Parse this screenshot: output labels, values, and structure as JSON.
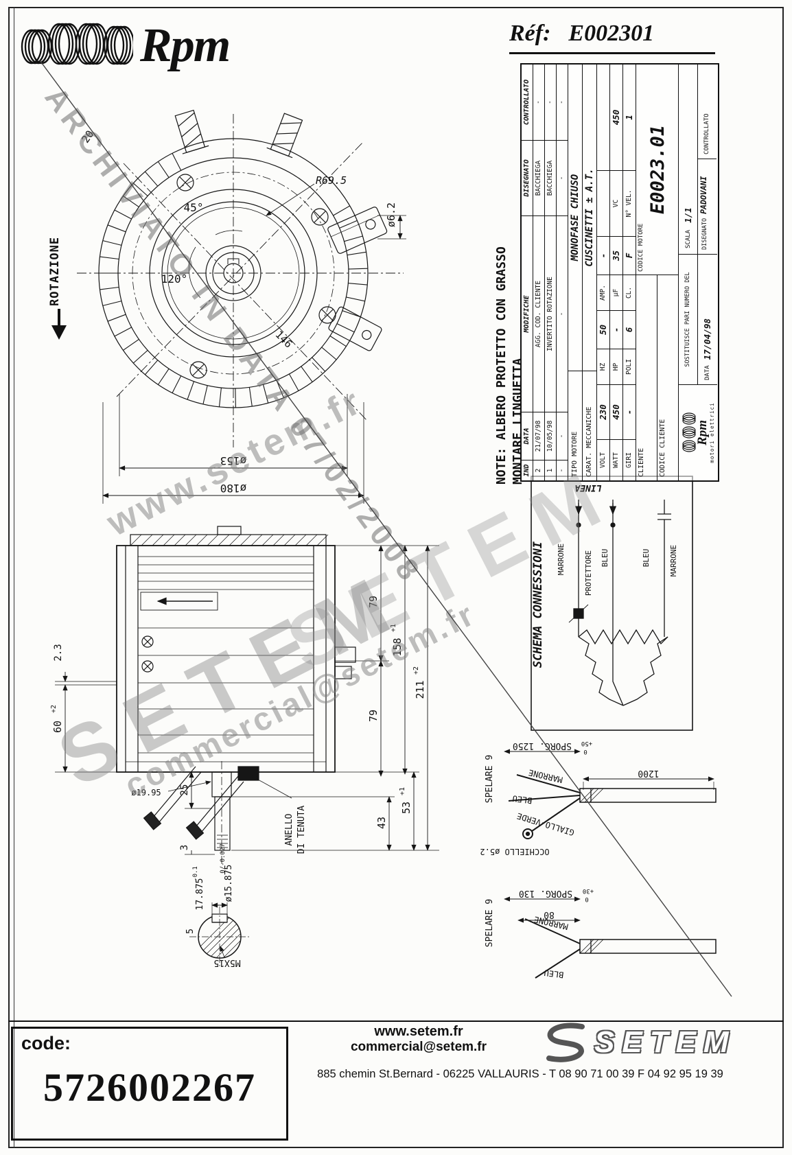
{
  "header": {
    "brand": "Rpm",
    "ref_label": "Réf:",
    "ref_value": "E002301"
  },
  "drawing": {
    "rotazione": "ROTAZIONE",
    "note_line1": "NOTE: ALBERO PROTETTO CON GRASSO",
    "note_line2": "MONTARE LINGUETTA",
    "front": {
      "d20": "20",
      "d45": "45°",
      "d120": "120°",
      "r695": "R69.5",
      "d62": "ø6.2",
      "d146": "146",
      "d153": "ø153",
      "d180": "ø180"
    },
    "side": {
      "d23": "2.3",
      "d60": "60",
      "d60_tol": "+2",
      "d79a": "79",
      "d79b": "79",
      "d158": "158",
      "d158_tol": "+1",
      "d211": "211",
      "d211_tol": "+2",
      "d53": "53",
      "d53_tol": "+1",
      "d43": "43",
      "d25": "25",
      "d3": "3",
      "d5": "5",
      "d1995": "ø19.95",
      "anello_line1": "ANELLO",
      "anello_line2": "DI TENUTA",
      "d15875": "ø15.875",
      "d15875_tol": "0/-0.027",
      "d17875": "17.875",
      "d17875_tol": "-0.1",
      "m5": "M5X15"
    }
  },
  "title_block": {
    "rev_header": {
      "ind": "IND",
      "date": "DATA",
      "desc": "MODIFICHE",
      "by": "DISEGNATO",
      "chk": "CONTROLLATO"
    },
    "rev_rows": [
      {
        "ind": "2",
        "date": "21/07/98",
        "desc": "AGG. COD. CLIENTE",
        "by": "BACCHIEGA",
        "chk": "-"
      },
      {
        "ind": "1",
        "date": "10/05/98",
        "desc": "INVERTITO ROTAZIONE",
        "by": "BACCHIEGA",
        "chk": "-"
      },
      {
        "ind": "-",
        "date": "-",
        "desc": "-",
        "by": "-",
        "chk": "-"
      }
    ],
    "tipo_label": "TIPO MOTORE",
    "tipo_value": "MONOFASE CHIUSO",
    "carat_label": "CARAT. MECCANICHE",
    "carat_value": "CUSCINETTI ± A.T.",
    "specs": [
      [
        {
          "l": "VOLT",
          "v": "230"
        },
        {
          "l": "HZ",
          "v": "50"
        },
        {
          "l": "AMP.",
          "v": "-"
        },
        {
          "l": "",
          "v": ""
        }
      ],
      [
        {
          "l": "WATT",
          "v": "450"
        },
        {
          "l": "HP",
          "v": "-"
        },
        {
          "l": "µF",
          "v": "35"
        },
        {
          "l": "VC",
          "v": "450"
        }
      ],
      [
        {
          "l": "GIRI",
          "v": "-"
        },
        {
          "l": "POLI",
          "v": "6"
        },
        {
          "l": "CL.",
          "v": "F"
        },
        {
          "l": "N° VEL.",
          "v": "1"
        }
      ]
    ],
    "cliente_label": "CLIENTE",
    "codice_cliente_label": "CODICE CLIENTE",
    "codice_motore_label": "CODICE MOTORE",
    "codice_motore_value": "E0023.01",
    "logo_brand": "Rpm",
    "logo_sub": "motori elettrici",
    "sostituisce_label": "SOSTITUISCE PARI NUMERO DEL",
    "data_label": "DATA",
    "data_value": "17/04/98",
    "scala_label": "SCALA",
    "scala_value": "1/1",
    "disegnato_label": "DISEGNATO",
    "disegnato_value": "PADOVANI",
    "controllato_label": "CONTROLLATO"
  },
  "schema": {
    "title": "SCHEMA CONNESSIONI",
    "linea": "LINEA",
    "marrone1": "MARRONE",
    "protettore": "PROTETTORE",
    "bleu1": "BLEU",
    "bleu2": "BLEU",
    "marrone2": "MARRONE"
  },
  "cables": {
    "c1": {
      "sporg": "SPORG. 1250",
      "sporg_tol_top": "+50",
      "sporg_tol_bot": "0",
      "spelare": "SPELARE 9",
      "length": "1200",
      "wire1": "MARRONE",
      "wire2": "BLEU",
      "wire3": "GIALLO-VERDE",
      "occhiello": "OCCHIELLO ø5.2"
    },
    "c2": {
      "sporg": "SPORG. 130",
      "sporg_tol_top": "+30",
      "sporg_tol_bot": "0",
      "length": "80",
      "spelare": "SPELARE 9",
      "wire1": "MARRONE",
      "wire2": "BLEU"
    }
  },
  "watermarks": {
    "url": "www.setem.fr",
    "brand": "SETEM",
    "brand2": "SETEM",
    "email": "commercial@setem.fr",
    "stamp": "ARCHIVIATO IN DATA 07/02/2008"
  },
  "footer": {
    "code_label": "code:",
    "code_value": "5726002267",
    "url": "www.setem.fr",
    "email": "commercial@setem.fr",
    "address": "885 chemin St.Bernard  -  06225 VALLAURIS  -  T 08 90 71 00 39   F 04 92 95 19 39",
    "logo_text": "SETEM"
  }
}
